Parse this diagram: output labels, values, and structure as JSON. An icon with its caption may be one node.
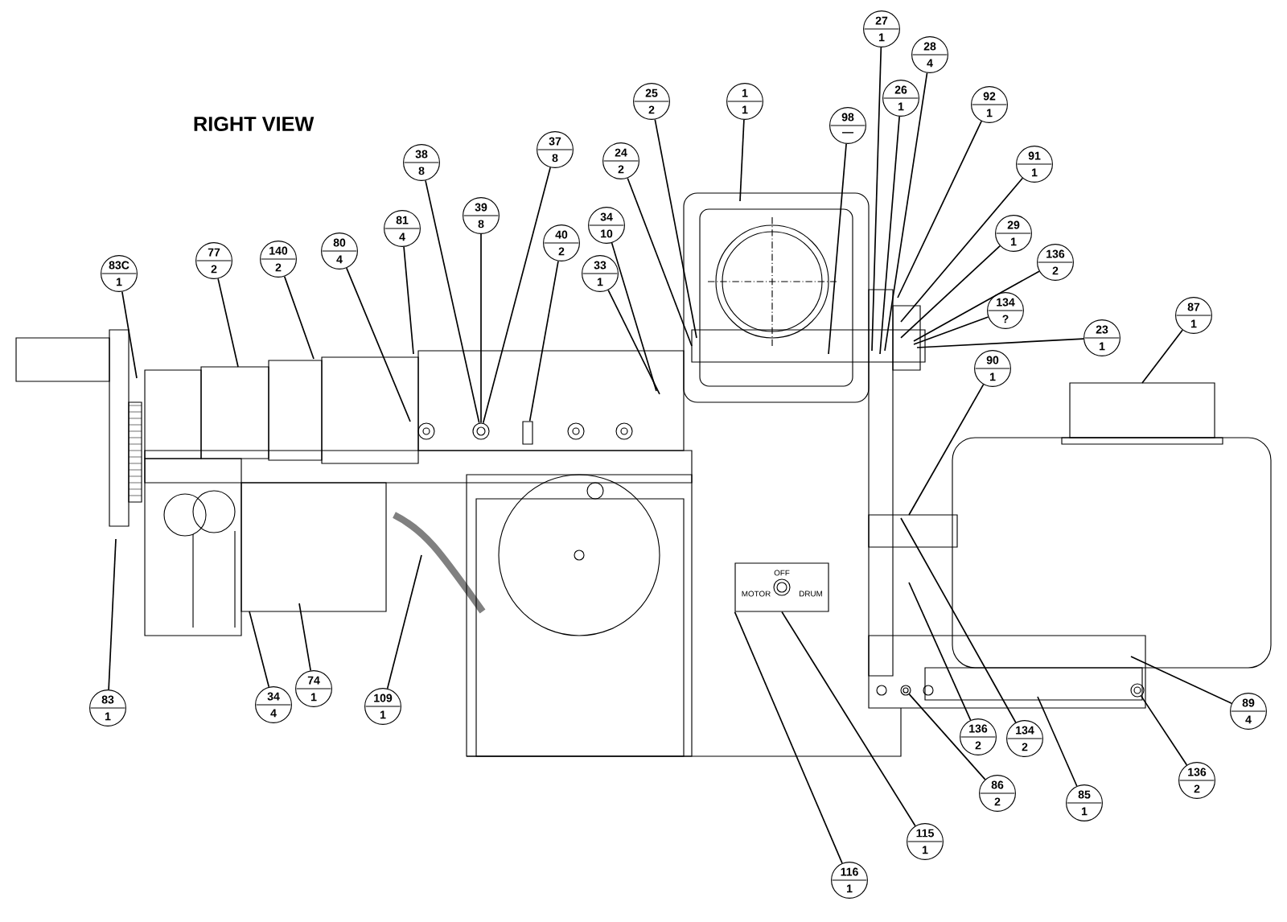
{
  "diagram": {
    "title": "RIGHT VIEW",
    "nodes": [
      {
        "text": [
          "83C",
          "1"
        ]
      },
      {
        "text": [
          "77",
          "2"
        ]
      },
      {
        "text": [
          "140",
          "2"
        ]
      },
      {
        "text": [
          "80",
          "4"
        ]
      },
      {
        "text": [
          "81",
          "4"
        ]
      },
      {
        "text": [
          "38",
          "8"
        ]
      },
      {
        "text": [
          "39",
          "8"
        ]
      },
      {
        "text": [
          "37",
          "8"
        ]
      },
      {
        "text": [
          "40",
          "2"
        ]
      },
      {
        "text": [
          "34",
          "10"
        ]
      },
      {
        "text": [
          "33",
          "1"
        ]
      },
      {
        "text": [
          "24",
          "2"
        ]
      },
      {
        "text": [
          "25",
          "2"
        ]
      },
      {
        "text": [
          "1",
          "1"
        ]
      },
      {
        "text": [
          "98",
          "—"
        ]
      },
      {
        "text": [
          "27",
          "1"
        ]
      },
      {
        "text": [
          "26",
          "1"
        ]
      },
      {
        "text": [
          "28",
          "4"
        ]
      },
      {
        "text": [
          "92",
          "1"
        ]
      },
      {
        "text": [
          "91",
          "1"
        ]
      },
      {
        "text": [
          "29",
          "1"
        ]
      },
      {
        "text": [
          "136",
          "2"
        ]
      },
      {
        "text": [
          "134",
          "?"
        ]
      },
      {
        "text": [
          "23",
          "1"
        ]
      },
      {
        "text": [
          "90",
          "1"
        ]
      },
      {
        "text": [
          "87",
          "1"
        ]
      },
      {
        "text": [
          "83",
          "1"
        ]
      },
      {
        "text": [
          "34",
          "4"
        ]
      },
      {
        "text": [
          "74",
          "1"
        ]
      },
      {
        "text": [
          "109",
          "1"
        ]
      },
      {
        "text": [
          "116",
          "1"
        ]
      },
      {
        "text": [
          "115",
          "1"
        ]
      },
      {
        "text": [
          "86",
          "2"
        ]
      },
      {
        "text": [
          "85",
          "1"
        ]
      },
      {
        "text": [
          "136",
          "2"
        ]
      },
      {
        "text": [
          "134",
          "2"
        ]
      },
      {
        "text": [
          "136",
          "2"
        ]
      },
      {
        "text": [
          "89",
          "4"
        ]
      },
      {
        "text": [
          "OFF",
          "MOTOR",
          "DRUM"
        ]
      },
      {
        "text": [],
        "shape": "circle"
      },
      {
        "text": [],
        "shape": "box"
      },
      {
        "text": [],
        "shape": "circle"
      },
      {
        "text": [],
        "shape": "circle"
      }
    ],
    "edges": [
      {
        "from": 0,
        "to": null,
        "arrow": "none"
      },
      {
        "from": 1,
        "to": null,
        "arrow": "none"
      },
      {
        "from": 2,
        "to": null,
        "arrow": "none"
      },
      {
        "from": 3,
        "to": null,
        "arrow": "none"
      },
      {
        "from": 4,
        "to": null,
        "arrow": "none"
      },
      {
        "from": 5,
        "to": 39,
        "arrow": "none"
      },
      {
        "from": 6,
        "to": 39,
        "arrow": "none"
      },
      {
        "from": 7,
        "to": 39,
        "arrow": "none"
      },
      {
        "from": 8,
        "to": 40,
        "arrow": "none"
      },
      {
        "from": 9,
        "to": null,
        "arrow": "none"
      },
      {
        "from": 10,
        "to": null,
        "arrow": "none"
      },
      {
        "from": 11,
        "to": null,
        "arrow": "none"
      },
      {
        "from": 12,
        "to": null,
        "arrow": "none"
      },
      {
        "from": 13,
        "to": null,
        "arrow": "none"
      },
      {
        "from": 14,
        "to": null,
        "arrow": "none"
      },
      {
        "from": 15,
        "to": null,
        "arrow": "none"
      },
      {
        "from": 16,
        "to": null,
        "arrow": "none"
      },
      {
        "from": 17,
        "to": null,
        "arrow": "none"
      },
      {
        "from": 18,
        "to": null,
        "arrow": "none"
      },
      {
        "from": 19,
        "to": null,
        "arrow": "none"
      },
      {
        "from": 20,
        "to": null,
        "arrow": "none"
      },
      {
        "from": 21,
        "to": null,
        "arrow": "none"
      },
      {
        "from": 22,
        "to": null,
        "arrow": "none"
      },
      {
        "from": 23,
        "to": null,
        "arrow": "none"
      },
      {
        "from": 24,
        "to": null,
        "arrow": "none"
      },
      {
        "from": 25,
        "to": null,
        "arrow": "none"
      },
      {
        "from": 26,
        "to": null,
        "arrow": "none"
      },
      {
        "from": 27,
        "to": null,
        "arrow": "none"
      },
      {
        "from": 28,
        "to": null,
        "arrow": "none"
      },
      {
        "from": 29,
        "to": null,
        "arrow": "none"
      },
      {
        "from": 30,
        "to": 38,
        "arrow": "none"
      },
      {
        "from": 31,
        "to": 38,
        "arrow": "none"
      },
      {
        "from": 32,
        "to": 41,
        "arrow": "none"
      },
      {
        "from": 33,
        "to": null,
        "arrow": "none"
      },
      {
        "from": 34,
        "to": null,
        "arrow": "none"
      },
      {
        "from": 35,
        "to": null,
        "arrow": "none"
      },
      {
        "from": 36,
        "to": 42,
        "arrow": "none"
      },
      {
        "from": 37,
        "to": null,
        "arrow": "none"
      }
    ]
  }
}
